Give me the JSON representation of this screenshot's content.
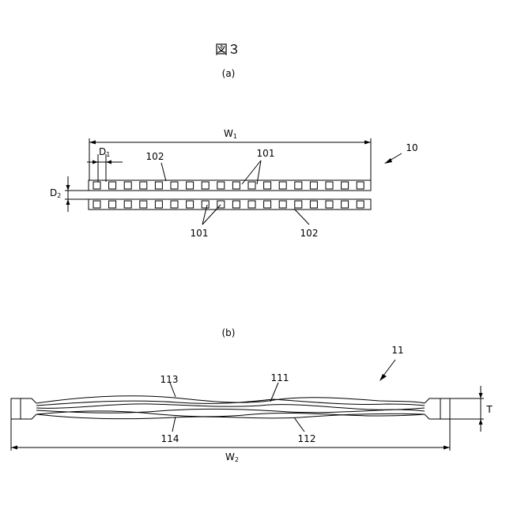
{
  "figure": {
    "title": "図３",
    "panel_a_label": "(a)",
    "panel_b_label": "(b)"
  },
  "panel_a": {
    "width_label": "W",
    "width_sub": "1",
    "d1_label": "D",
    "d1_sub": "1",
    "d2_label": "D",
    "d2_sub": "2",
    "ref_assembly": "10",
    "ref_holes_top": "101",
    "ref_holes_bottom": "101",
    "ref_strip_top": "102",
    "ref_strip_bottom": "102",
    "holes_per_row": 18
  },
  "panel_b": {
    "width_label": "W",
    "width_sub": "2",
    "thickness_label": "T",
    "ref_assembly": "11",
    "ref_111": "111",
    "ref_112": "112",
    "ref_113": "113",
    "ref_114": "114"
  },
  "colors": {
    "ink": "#000000",
    "paper": "#ffffff"
  }
}
